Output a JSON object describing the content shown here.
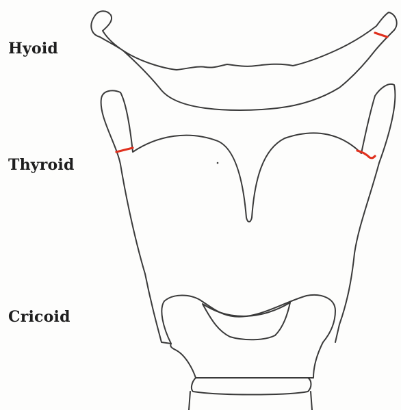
{
  "labels": {
    "hyoid": "Hyoid",
    "thyroid": "Thyroid",
    "cricoid": "Cricoid"
  },
  "colors": {
    "outline": "#3a3a3a",
    "fracture_marks": "#e0301e",
    "background": "#fdfdfc",
    "label_text": "#1e1e1e"
  },
  "structures": [
    "hyoid-bone",
    "thyroid-cartilage",
    "cricoid-cartilage",
    "trachea"
  ],
  "fracture_marks": [
    "hyoid-right-greater-horn",
    "thyroid-left-superior-horn",
    "thyroid-right-superior-horn"
  ]
}
